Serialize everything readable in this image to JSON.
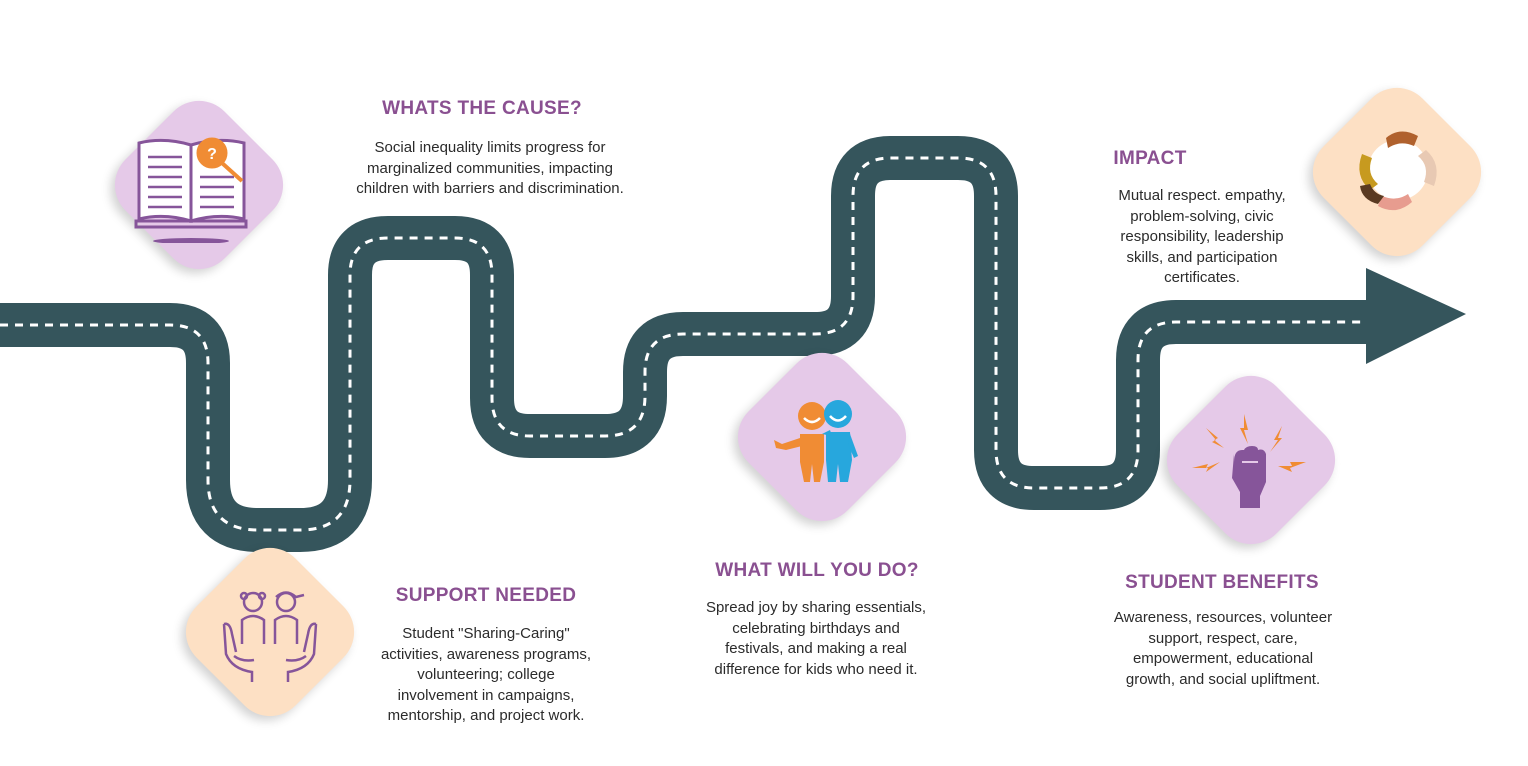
{
  "colors": {
    "road": "#35555c",
    "road_dash": "#ffffff",
    "heading": "#8a5091",
    "body_text": "#2b2b2b",
    "diamond_lilac": "#e5c9e8",
    "diamond_peach": "#fde0c4",
    "icon_purple": "#86559a",
    "icon_orange": "#f08c34",
    "icon_blue": "#27a7dd"
  },
  "steps": [
    {
      "heading": "WHATS THE CAUSE?",
      "lines": [
        "Social inequality limits progress for",
        "marginalized communities, impacting",
        "children with barriers and discrimination."
      ],
      "icon": "book-magnifier-icon",
      "diamond_color": "lilac"
    },
    {
      "heading": "SUPPORT NEEDED",
      "lines": [
        "Student \"Sharing-Caring\"",
        "activities, awareness programs,",
        "volunteering; college",
        "involvement in campaigns,",
        "mentorship, and project work."
      ],
      "icon": "children-hands-icon",
      "diamond_color": "peach"
    },
    {
      "heading": "WHAT WILL YOU DO?",
      "lines": [
        "Spread joy by sharing essentials,",
        "celebrating birthdays and",
        "festivals, and making a real",
        "difference for kids who need it."
      ],
      "icon": "friends-icon",
      "diamond_color": "lilac"
    },
    {
      "heading": "IMPACT",
      "lines": [
        "Mutual respect. empathy,",
        "problem-solving, civic",
        "responsibility, leadership",
        "skills, and participation",
        "certificates."
      ],
      "icon": "joined-hands-icon",
      "diamond_color": "peach"
    },
    {
      "heading": "STUDENT BENEFITS",
      "lines": [
        "Awareness, resources, volunteer",
        "support, respect, care,",
        "empowerment, educational",
        "growth, and social upliftment."
      ],
      "icon": "raised-fist-icon",
      "diamond_color": "lilac"
    }
  ]
}
